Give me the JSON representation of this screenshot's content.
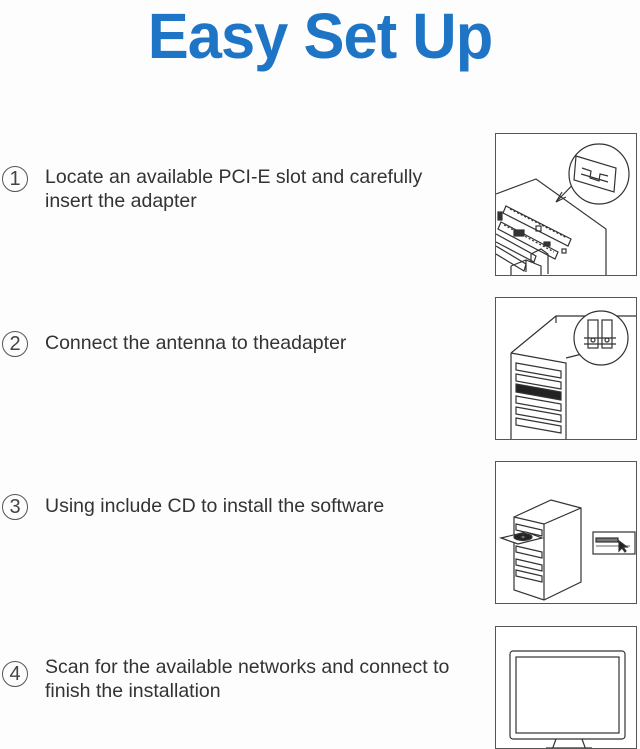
{
  "title": "Easy Set Up",
  "steps": [
    {
      "number": "1",
      "text": "Locate an available PCI-E slot and carefully insert the adapter",
      "illustration": "motherboard-slot-icon"
    },
    {
      "number": "2",
      "text": "Connect the antenna to theadapter",
      "illustration": "pc-case-antenna-icon"
    },
    {
      "number": "3",
      "text": "Using include CD to install the software",
      "illustration": "cd-install-icon"
    },
    {
      "number": "4",
      "text": "Scan for the available networks and connect to finish the installation",
      "illustration": "monitor-icon"
    }
  ],
  "colors": {
    "title": "#1e75c6",
    "text": "#333333",
    "line": "#555555"
  }
}
